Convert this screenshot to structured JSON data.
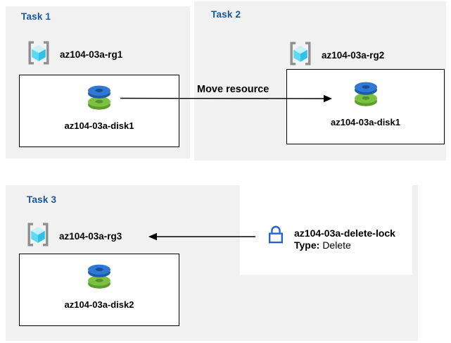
{
  "tasks": [
    {
      "title": "Task 1",
      "resource_group": "az104-03a-rg1",
      "disk": "az104-03a-disk1"
    },
    {
      "title": "Task 2",
      "resource_group": "az104-03a-rg2",
      "disk": "az104-03a-disk1"
    },
    {
      "title": "Task 3",
      "resource_group": "az104-03a-rg3",
      "disk": "az104-03a-disk2"
    }
  ],
  "arrows": {
    "move": {
      "label": "Move resource",
      "direction": "right"
    },
    "lock": {
      "label": "",
      "direction": "left"
    }
  },
  "lock": {
    "name": "az104-03a-delete-lock",
    "type_label": "Type:",
    "type_value": "Delete"
  },
  "icons": {
    "resource_group": "resource-group-icon",
    "disk": "disk-icon",
    "lock": "lock-icon"
  },
  "colors": {
    "panel_bg": "#F1F1F1",
    "task_title": "#17579E",
    "text": "#000000",
    "resource_box_bg": "#FFFFFF",
    "resource_box_border": "#000000",
    "arrow": "#000000",
    "disk_blue": "#3078D4",
    "disk_blue_dark": "#1E5BA5",
    "disk_green": "#7CC142",
    "disk_green_dark": "#5E9B2D",
    "cube_top": "#C7F0FA",
    "cube_left": "#5FD8F2",
    "cube_right": "#30C1E9",
    "bracket_gray": "#8E8E8E",
    "lock_blue": "#2467C9"
  }
}
